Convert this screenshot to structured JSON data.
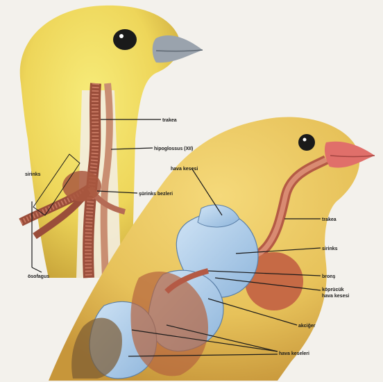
{
  "labels": {
    "trakea_upper": "trakea",
    "hypoglossus": "hipoglossus (XII)",
    "solunum_bezleri": "şürinks bezleri",
    "left_box": "sirinks",
    "bottom_left": "ösofagus",
    "hava_kesesi_top": "hava kesesi",
    "trakea_right": "trakea",
    "sirinks": "sirinks",
    "bronş": "bronş",
    "koprucuk": "köprücük",
    "koprucuk2": "hava kesesi",
    "akciger": "akciğer",
    "hava_keseleri": "hava keseleri"
  }
}
